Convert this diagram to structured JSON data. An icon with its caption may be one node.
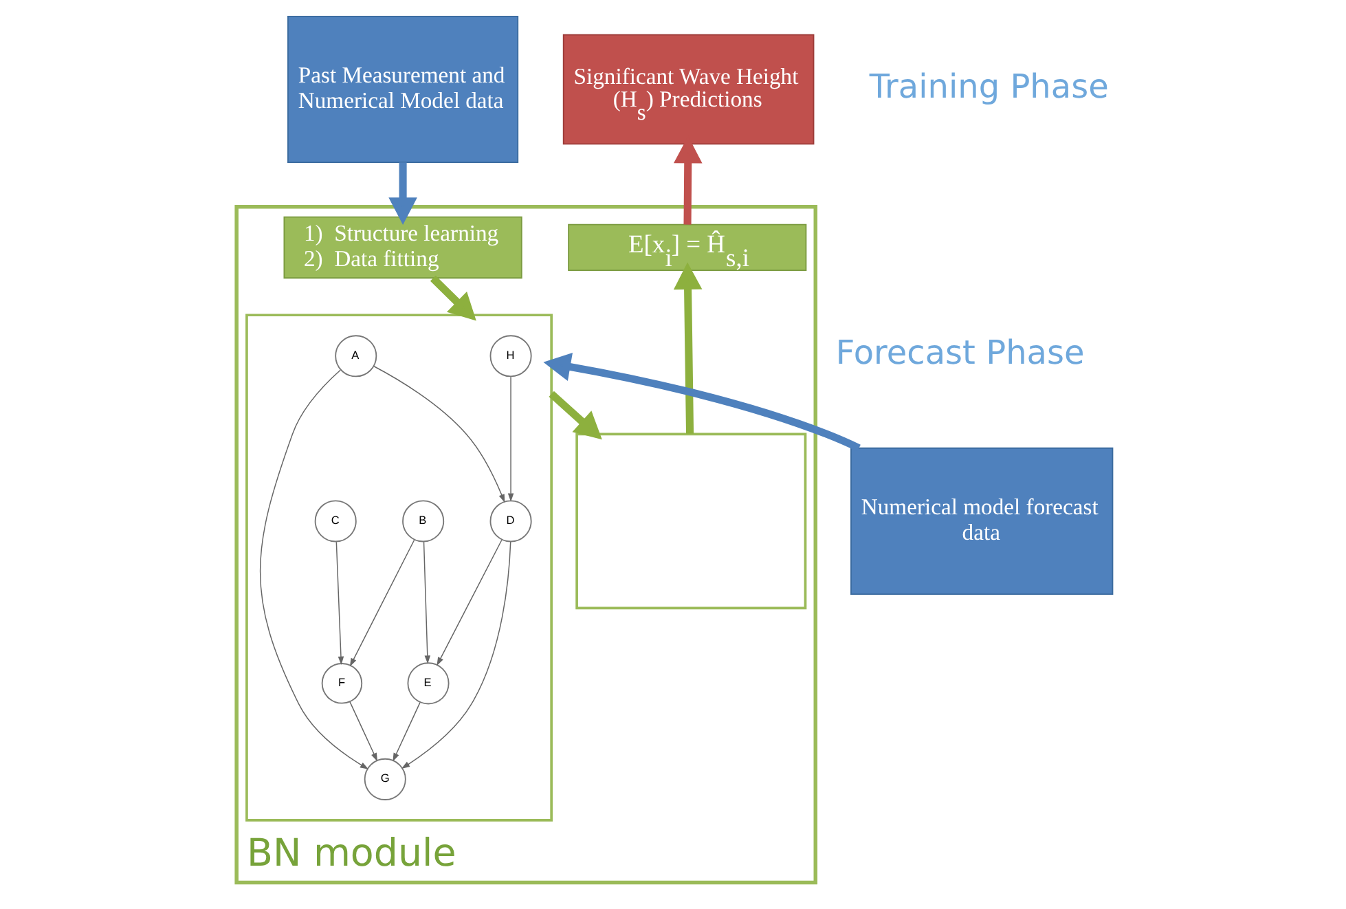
{
  "diagram": {
    "nodes": [
      {
        "text": [
          "Past Measurement and Numerical Model data"
        ]
      },
      {
        "text": [
          "Significant Wave Height (H$_{s}$) Predictions"
        ]
      },
      {
        "text": [
          "BN module"
        ]
      },
      {
        "text": [
          "1)  Structure learning",
          "2)  Data fitting"
        ],
        "in": 2
      },
      {
        "text": [
          "E[x$_{i}$] = Ĥ$_{s,i}$"
        ],
        "in": 2
      },
      {
        "text": [],
        "shape": "box",
        "in": 2
      },
      {
        "text": [
          "H"
        ],
        "in": 5
      },
      {
        "text": [
          "A"
        ],
        "in": 5
      },
      {
        "text": [
          "G"
        ],
        "in": 5
      },
      {
        "text": [
          "B"
        ],
        "in": 5
      },
      {
        "text": [
          "F"
        ],
        "in": 5
      },
      {
        "text": [
          "C"
        ],
        "in": 5
      },
      {
        "text": [
          "E"
        ],
        "in": 5
      },
      {
        "text": [
          "D"
        ],
        "in": 5
      },
      {
        "text": [],
        "shape": "box",
        "in": 2
      },
      {
        "text": [
          "Numerical model forecast data"
        ]
      }
    ],
    "edges": [
      {
        "from": 0,
        "to": 3,
        "arrow": "to",
        "style": "thick",
        "color": "#4f81bd"
      },
      {
        "from": 4,
        "to": 1,
        "arrow": "to",
        "style": "thick",
        "color": "#c0504d"
      },
      {
        "from": 3,
        "to": 5,
        "arrow": "to",
        "style": "thick",
        "color": "#8db03e"
      },
      {
        "from": 5,
        "to": 14,
        "arrow": "to",
        "style": "thick",
        "color": "#8db03e"
      },
      {
        "from": 14,
        "to": 4,
        "arrow": "to",
        "style": "thick",
        "color": "#8db03e"
      },
      {
        "from": 15,
        "to": 5,
        "arrow": "to",
        "style": "thick",
        "color": "#4f81bd"
      },
      {
        "from": 7,
        "to": 8,
        "arrow": "to"
      },
      {
        "from": 7,
        "to": 13,
        "arrow": "to"
      },
      {
        "from": 6,
        "to": 13,
        "arrow": "to"
      },
      {
        "from": 9,
        "to": 10,
        "arrow": "to"
      },
      {
        "from": 9,
        "to": 12,
        "arrow": "to"
      },
      {
        "from": 11,
        "to": 10,
        "arrow": "to"
      },
      {
        "from": 13,
        "to": 8,
        "arrow": "to"
      },
      {
        "from": 13,
        "to": 12,
        "arrow": "to"
      },
      {
        "from": 12,
        "to": 8,
        "arrow": "to"
      },
      {
        "from": 10,
        "to": 8,
        "arrow": "to"
      }
    ],
    "labels": [
      "Training Phase",
      "Forecast Phase"
    ]
  }
}
